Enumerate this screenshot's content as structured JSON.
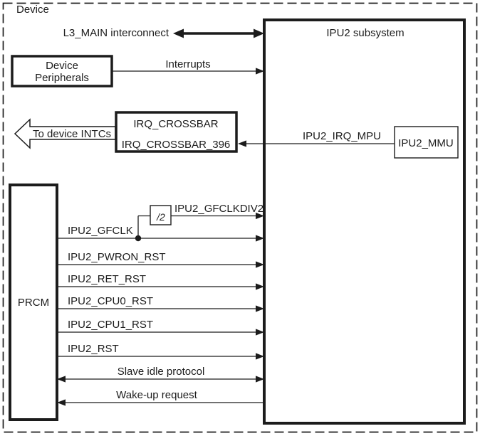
{
  "colors": {
    "ink": "#1c1c1c",
    "bg": "#ffffff"
  },
  "device": {
    "label": "Device"
  },
  "ipu2": {
    "title": "IPU2 subsystem",
    "mmu_label": "IPU2_MMU"
  },
  "blocks": {
    "device_peripherals": {
      "line1": "Device",
      "line2": "Peripherals"
    },
    "irq_crossbar": {
      "line1": "IRQ_CROSSBAR",
      "line2": "IRQ_CROSSBAR_396"
    },
    "prcm": "PRCM",
    "divider": "/2"
  },
  "signals": {
    "l3_main": "L3_MAIN interconnect",
    "interrupts": "Interrupts",
    "to_device_intcs": "To device INTCs",
    "ipu2_irq_mpu": "IPU2_IRQ_MPU",
    "ipu2_gfclkdiv2": "IPU2_GFCLKDIV2",
    "ipu2_gfclk": "IPU2_GFCLK",
    "ipu2_pwron_rst": "IPU2_PWRON_RST",
    "ipu2_ret_rst": "IPU2_RET_RST",
    "ipu2_cpu0_rst": "IPU2_CPU0_RST",
    "ipu2_cpu1_rst": "IPU2_CPU1_RST",
    "ipu2_rst": "IPU2_RST",
    "slave_idle": "Slave idle protocol",
    "wakeup": "Wake-up request"
  }
}
